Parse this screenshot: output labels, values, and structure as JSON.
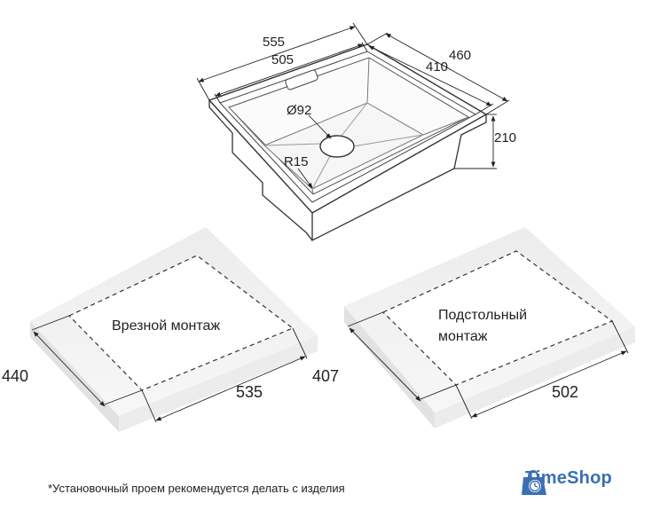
{
  "sink_diagram": {
    "dim_555": "555",
    "dim_505": "505",
    "dim_460": "460",
    "dim_410": "410",
    "dim_210": "210",
    "dim_drain": "Ø92",
    "dim_radius": "R15"
  },
  "mount_inset": {
    "label": "Врезной монтаж",
    "dim_width": "535",
    "dim_depth": "440"
  },
  "mount_under": {
    "label_line1": "Подстольный",
    "label_line2": "монтаж",
    "dim_width": "502",
    "dim_depth": "407"
  },
  "footnote": "*Установочный проем рекомендуется делать с изделия",
  "brand": {
    "name": "TimeShop",
    "color": "#3b6fb5",
    "icon": "shopping-bag-clock-icon"
  }
}
